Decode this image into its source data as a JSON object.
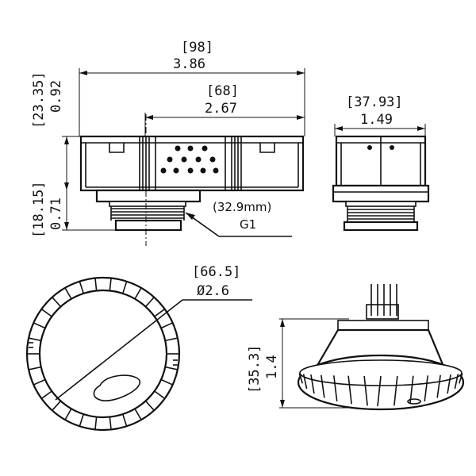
{
  "dimensions": {
    "overall_length_mm": "[98]",
    "overall_length_in": "3.86",
    "inner_length_mm": "[68]",
    "inner_length_in": "2.67",
    "height_mm": "[23.35]",
    "height_in": "0.92",
    "thread_height_mm": "[18.15]",
    "thread_height_in": "0.71",
    "side_width_mm": "[37.93]",
    "side_width_in": "1.49",
    "diameter_mm": "[66.5]",
    "diameter_in": "Ø2.6",
    "iso_height_mm": "[35.3]",
    "iso_height_in": "1.4"
  },
  "thread_note": {
    "size": "(32.9mm)",
    "spec": "G1"
  }
}
